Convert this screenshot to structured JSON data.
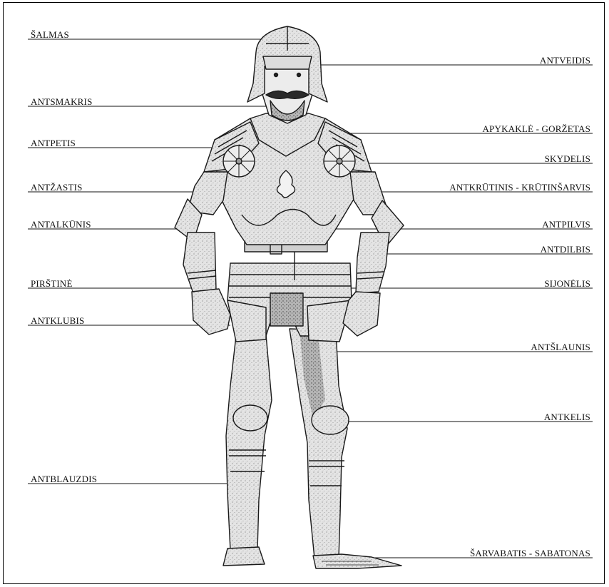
{
  "labels_left": [
    {
      "id": "salmas",
      "text": "ŠALMAS"
    },
    {
      "id": "antsmakris",
      "text": "ANTSMAKRIS"
    },
    {
      "id": "antpetis",
      "text": "ANTPETIS"
    },
    {
      "id": "antzastis",
      "text": "ANTŽASTIS"
    },
    {
      "id": "antalkunis",
      "text": "ANTALKŪNIS"
    },
    {
      "id": "pirstine",
      "text": "PIRŠTINĖ"
    },
    {
      "id": "antklubis",
      "text": "ANTKLUBIS"
    },
    {
      "id": "antblauzdis",
      "text": "ANTBLAUZDIS"
    }
  ],
  "labels_right": [
    {
      "id": "antveidis",
      "text": "ANTVEIDIS"
    },
    {
      "id": "apykakle",
      "text": "APYKAKLĖ - GORŽETAS"
    },
    {
      "id": "skydelis",
      "text": "SKYDELIS"
    },
    {
      "id": "antkrutinis",
      "text": "ANTKRŪTINIS - KRŪTINŠARVIS"
    },
    {
      "id": "antpilvis",
      "text": "ANTPILVIS"
    },
    {
      "id": "antdilbis",
      "text": "ANTDILBIS"
    },
    {
      "id": "sijonelis",
      "text": "SIJONĖLIS"
    },
    {
      "id": "antslaunis",
      "text": "ANTŠLAUNIS"
    },
    {
      "id": "antkelis",
      "text": "ANTKELIS"
    },
    {
      "id": "sarvabatis",
      "text": "ŠARVABATIS - SABATONAS"
    }
  ],
  "colors": {
    "line": "#111111",
    "armor": "#d6d6d6",
    "armor_dark": "#9a9a9a",
    "ink": "#1a1a1a"
  }
}
